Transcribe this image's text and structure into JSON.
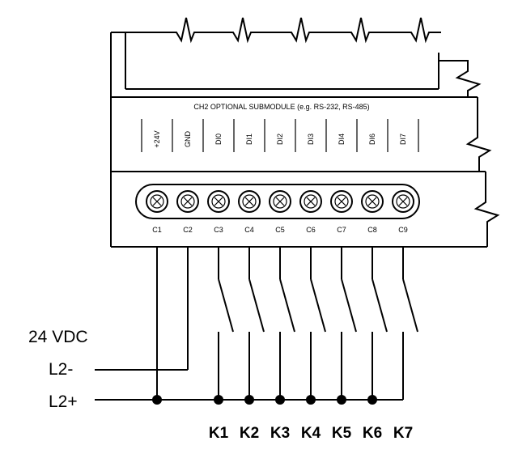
{
  "module": {
    "title": "CH2 OPTIONAL SUBMODULE (e.g. RS-232, RS-485)",
    "signals": [
      "+24V",
      "GND",
      "DI0",
      "DI1",
      "DI2",
      "DI3",
      "DI4",
      "DI6",
      "DI7"
    ],
    "terminals": [
      "C1",
      "C2",
      "C3",
      "C4",
      "C5",
      "C6",
      "C7",
      "C8",
      "C9"
    ]
  },
  "supply": {
    "voltage_label": "24 VDC",
    "negative_label": "L2-",
    "positive_label": "L2+"
  },
  "relays": [
    "K1",
    "K2",
    "K3",
    "K4",
    "K5",
    "K6",
    "K7"
  ]
}
